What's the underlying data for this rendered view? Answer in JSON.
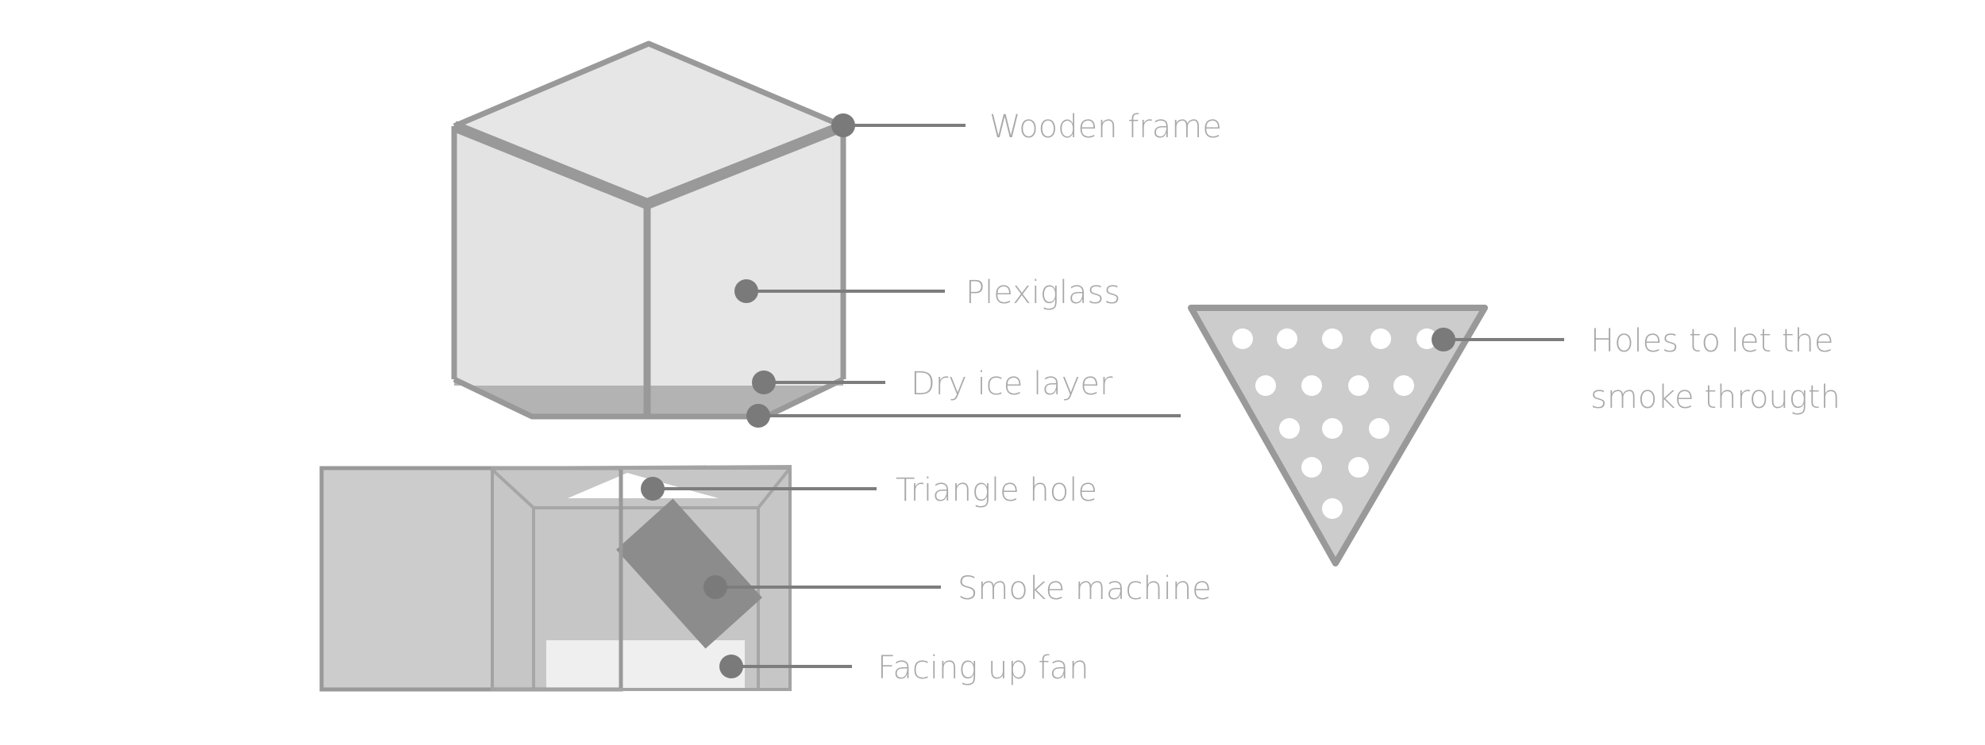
{
  "labels": {
    "wooden_frame": "Wooden frame",
    "plexiglass": "Plexiglass",
    "dry_ice_layer": "Dry ice layer",
    "triangle_hole": "Triangle hole",
    "smoke_machine": "Smoke machine",
    "facing_up_fan": "Facing up fan",
    "holes_line1": "Holes to let the",
    "holes_line2": "smoke througth"
  },
  "colors": {
    "frame_stroke": "#999999",
    "glass_fill": "#e6e6e6",
    "dry_ice_fill": "#b3b3b3",
    "marker": "#7a7a7a",
    "label_text": "#a9a9a9",
    "box_fill": "#cccccc",
    "machine_fill": "#8c8c8c",
    "fan_fill": "#efefef",
    "hole_fill": "#ffffff"
  }
}
